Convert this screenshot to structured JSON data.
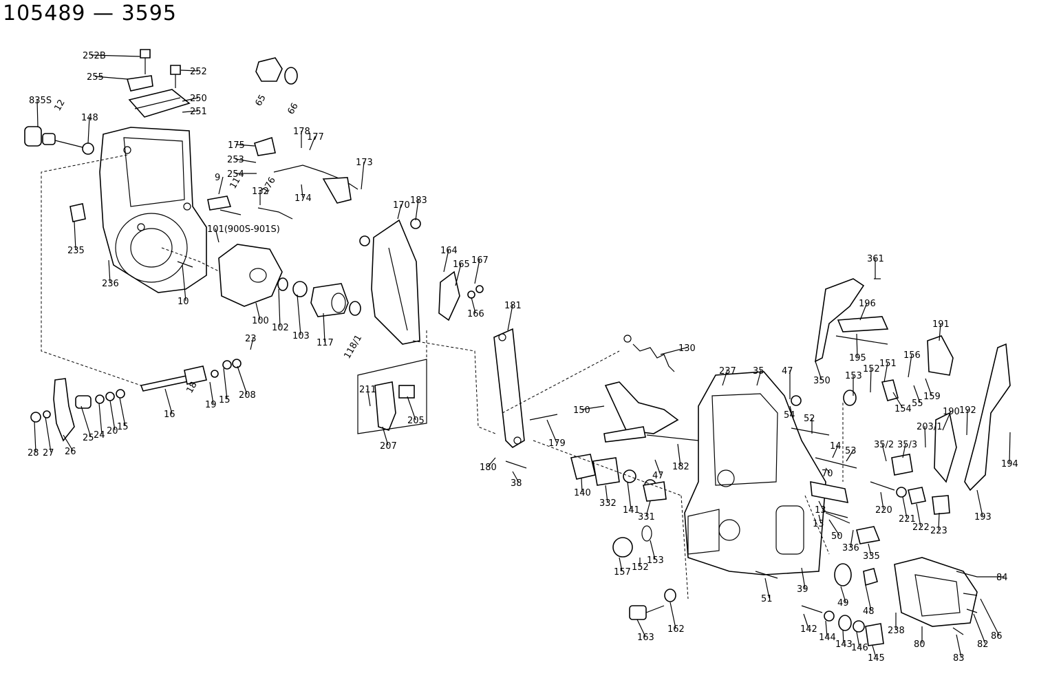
{
  "header": {
    "title": "105489 — 3595"
  },
  "part_labels": [
    "252B",
    "255",
    "252",
    "250",
    "251",
    "65",
    "66",
    "835S",
    "12",
    "148",
    "175",
    "178",
    "177",
    "253",
    "254",
    "176",
    "174",
    "173",
    "9",
    "11",
    "132",
    "101(900S-901S)",
    "235",
    "236",
    "10",
    "100",
    "102",
    "103",
    "117",
    "118/1",
    "170",
    "183",
    "164",
    "165",
    "167",
    "166",
    "181",
    "23",
    "208",
    "16",
    "18",
    "19",
    "15",
    "25",
    "24",
    "20",
    "15",
    "28",
    "27",
    "26",
    "211",
    "205",
    "207",
    "180",
    "38",
    "179",
    "150",
    "130",
    "140",
    "332",
    "141",
    "331",
    "157",
    "152",
    "153",
    "182",
    "47",
    "237",
    "35",
    "47",
    "54",
    "52",
    "14",
    "53",
    "70",
    "13",
    "50",
    "336",
    "335",
    "39",
    "51",
    "163",
    "162",
    "142",
    "144",
    "143",
    "146",
    "145",
    "49",
    "48",
    "238",
    "80",
    "84",
    "86",
    "82",
    "83",
    "361",
    "196",
    "195",
    "350",
    "191",
    "153",
    "152",
    "151",
    "156",
    "154",
    "55",
    "159",
    "190",
    "203/1",
    "35/3",
    "35/2",
    "220",
    "221",
    "222",
    "223",
    "192",
    "193",
    "194",
    "13"
  ]
}
